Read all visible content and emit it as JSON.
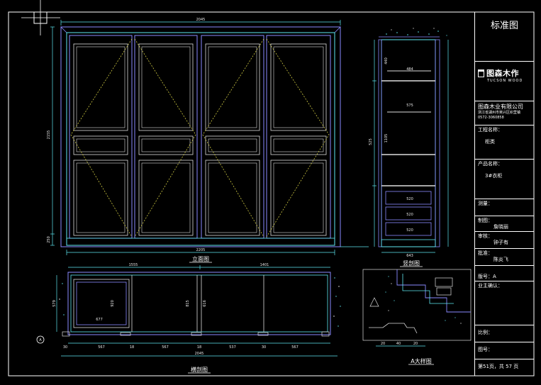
{
  "title_block": {
    "standard": "标准图",
    "brand": "图森木作",
    "brand_en": "TUCSON WOOD",
    "company": "图森木业有限公司",
    "address": "浙江省湖州市吴兴区织里镇",
    "phone": "0572-3060858",
    "project_label": "工程名称：",
    "project_value": "柜类",
    "product_label": "产品名称：",
    "product_value": "3#衣柜",
    "survey_label": "测量：",
    "drafter_label": "制图：",
    "drafter_value": "詹晓丽",
    "review_label": "审核：",
    "review_value": "钟子有",
    "approve_label": "批准：",
    "approve_value": "陈炎飞",
    "version_label": "版号：",
    "version_value": "A",
    "owner_label": "业主确认：",
    "scale_label": "比例：",
    "drawing_no_label": "图号：",
    "page": "第51页，共 57 页"
  },
  "views": {
    "front": {
      "title": "立面图",
      "dims": {
        "top": "2045",
        "bottom": "2205",
        "left": "2155",
        "left_small": "250"
      }
    },
    "side": {
      "title": "竖剖图",
      "dims": {
        "bottom": "643",
        "shelf_a": "484",
        "shelf_b": "575",
        "v1": "440",
        "v2": "1105",
        "v3": "525",
        "drawer1": "520",
        "drawer2": "520",
        "drawer3": "520"
      }
    },
    "plan": {
      "title": "横剖图",
      "section_mark": "A",
      "dims": {
        "left_span": "1555",
        "right_span": "1401",
        "inner_h1": "920",
        "inner_h2": "815",
        "inner_h3": "616",
        "inner_w": "677",
        "left_h": "579",
        "bottom_total": "2045",
        "seg_a": "567",
        "seg_b": "567",
        "seg_c": "537",
        "seg_d": "567",
        "gap_a": "30",
        "gap_b": "18",
        "gap_c": "18",
        "gap_d": "30"
      }
    },
    "detail": {
      "title": "A大样图",
      "dims": {
        "d1": "20",
        "d2": "40",
        "d3": "20"
      }
    }
  }
}
